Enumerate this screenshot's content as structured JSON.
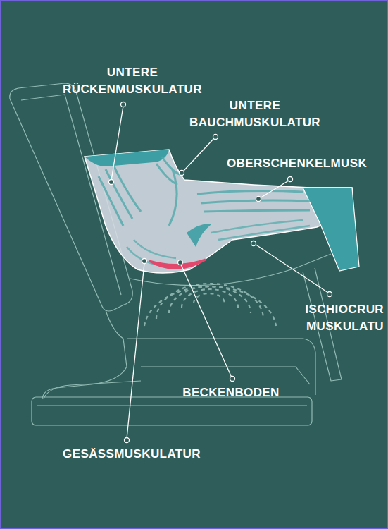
{
  "diagram": {
    "labels": [
      "UNTERE RÜCKENMUSKULATUR",
      "UNTERE BAUCHMUSKULATUR",
      "OBERSCHENKELMUSK",
      "ISCHIOCRUR MUSKULATU",
      "BECKENBODEN",
      "GESÄSSMUSKULATUR"
    ]
  }
}
